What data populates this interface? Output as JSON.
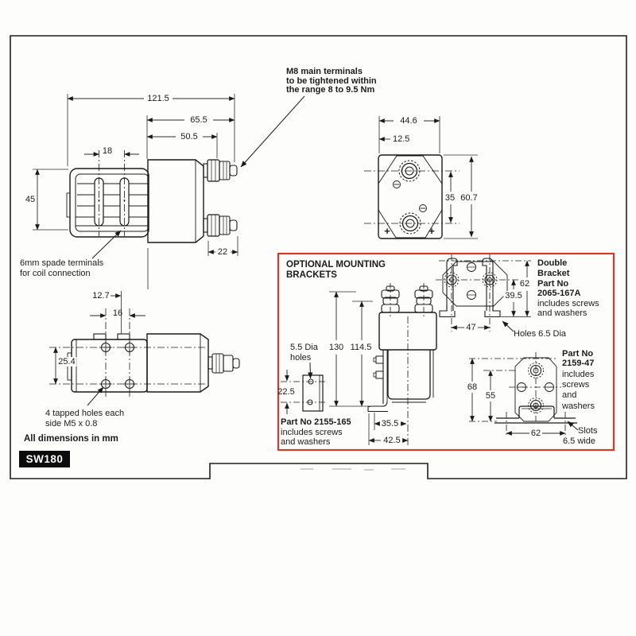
{
  "product": {
    "model": "SW180",
    "units_note": "All dimensions in mm"
  },
  "notes": {
    "m8": [
      "M8 main terminals",
      "to be tightened within",
      "the range 8 to 9.5 Nm"
    ],
    "spade": [
      "6mm spade terminals",
      "for coil connection"
    ],
    "tapped": [
      "4 tapped holes each",
      "side M5 x 0.8"
    ]
  },
  "side_view": {
    "overall_length": "121.5",
    "cover_length": "65.5",
    "inner_length": "50.5",
    "slot_spacing": "18",
    "height": "45",
    "terminal_depth": "22"
  },
  "end_view": {
    "width": "44.6",
    "edge_offset": "12.5",
    "terminal_spacing": "35",
    "height": "60.7",
    "plus": "+"
  },
  "top_view": {
    "hole_offset": "12.7",
    "hole_spacing": "16",
    "row_spacing": "25.4"
  },
  "brackets": {
    "title": [
      "OPTIONAL MOUNTING",
      "BRACKETS"
    ],
    "single": {
      "holes_note": [
        "5.5 Dia",
        "holes"
      ],
      "hole_pitch": "22.5",
      "part": [
        "Part No 2155-165",
        "includes screws",
        "and washers"
      ]
    },
    "contactor": {
      "overall_height": "130",
      "body_height": "114.5",
      "foot_inner": "35.5",
      "foot_outer": "42.5"
    },
    "double": {
      "height": "62",
      "lower_height": "39.5",
      "stud_pitch": "47",
      "holes_note": "Holes 6.5 Dia",
      "part": [
        "Double",
        "Bracket",
        "Part No",
        "2065-167A",
        "includes screws",
        "and washers"
      ]
    },
    "foot": {
      "height": "68",
      "inner_height": "55",
      "slot_pitch": "62",
      "slots_note": [
        "Slots",
        "6.5 wide"
      ],
      "part": [
        "Part No",
        "2159-47",
        "includes",
        "screws",
        "and",
        "washers"
      ]
    }
  },
  "colors": {
    "accent_red": "#d23b2f",
    "line": "#1a1a1a"
  }
}
